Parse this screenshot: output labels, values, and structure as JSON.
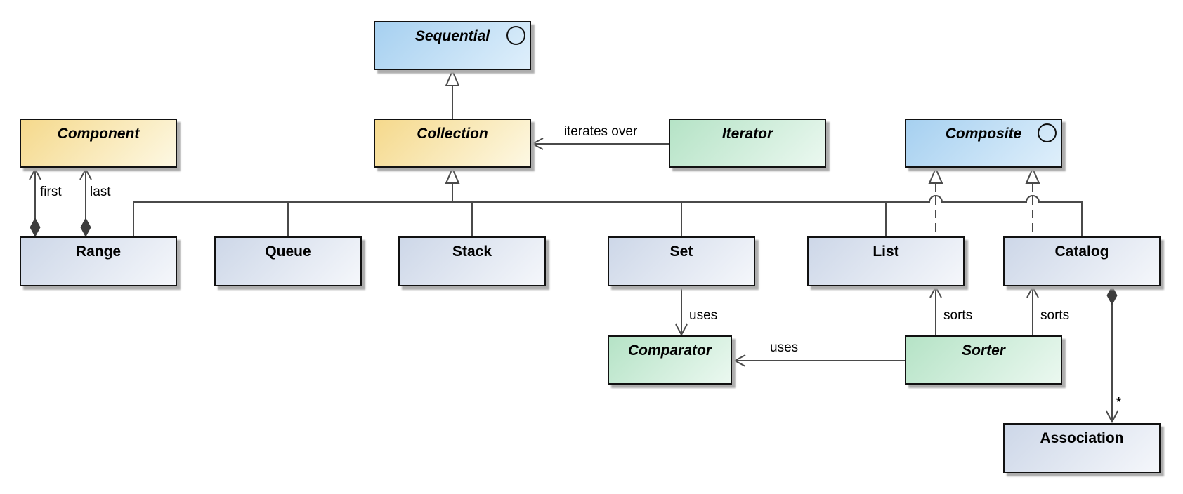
{
  "classes": {
    "sequential": {
      "name": "Sequential",
      "kind": "interface"
    },
    "component": {
      "name": "Component",
      "kind": "abstract"
    },
    "collection": {
      "name": "Collection",
      "kind": "abstract"
    },
    "iterator": {
      "name": "Iterator",
      "kind": "abstract"
    },
    "composite": {
      "name": "Composite",
      "kind": "interface"
    },
    "range": {
      "name": "Range",
      "kind": "class"
    },
    "queue": {
      "name": "Queue",
      "kind": "class"
    },
    "stack": {
      "name": "Stack",
      "kind": "class"
    },
    "set": {
      "name": "Set",
      "kind": "class"
    },
    "list": {
      "name": "List",
      "kind": "class"
    },
    "catalog": {
      "name": "Catalog",
      "kind": "class"
    },
    "comparator": {
      "name": "Comparator",
      "kind": "abstract"
    },
    "sorter": {
      "name": "Sorter",
      "kind": "abstract"
    },
    "association": {
      "name": "Association",
      "kind": "class"
    }
  },
  "edge_labels": {
    "iterates_over": "iterates over",
    "first": "first",
    "last": "last",
    "set_uses": "uses",
    "sorter_uses": "uses",
    "sorts_list": "sorts",
    "sorts_catalog": "sorts",
    "association_multiplicity": "*"
  },
  "relationships": [
    {
      "from": "Collection",
      "to": "Sequential",
      "type": "generalization"
    },
    {
      "from": "Range",
      "to": "Collection",
      "type": "generalization"
    },
    {
      "from": "Queue",
      "to": "Collection",
      "type": "generalization"
    },
    {
      "from": "Stack",
      "to": "Collection",
      "type": "generalization"
    },
    {
      "from": "Set",
      "to": "Collection",
      "type": "generalization"
    },
    {
      "from": "List",
      "to": "Collection",
      "type": "generalization"
    },
    {
      "from": "Catalog",
      "to": "Collection",
      "type": "generalization"
    },
    {
      "from": "List",
      "to": "Composite",
      "type": "realization"
    },
    {
      "from": "Catalog",
      "to": "Composite",
      "type": "realization"
    },
    {
      "from": "Iterator",
      "to": "Collection",
      "type": "association",
      "label": "iterates over"
    },
    {
      "from": "Range",
      "to": "Component",
      "type": "composition",
      "label": "first"
    },
    {
      "from": "Range",
      "to": "Component",
      "type": "composition",
      "label": "last"
    },
    {
      "from": "Set",
      "to": "Comparator",
      "type": "association",
      "label": "uses"
    },
    {
      "from": "Sorter",
      "to": "Comparator",
      "type": "association",
      "label": "uses"
    },
    {
      "from": "Sorter",
      "to": "List",
      "type": "association",
      "label": "sorts"
    },
    {
      "from": "Sorter",
      "to": "Catalog",
      "type": "association",
      "label": "sorts"
    },
    {
      "from": "Catalog",
      "to": "Association",
      "type": "composition",
      "label": "*",
      "multiplicity": "*"
    }
  ],
  "colors": {
    "interface-start": "#a6d0f0",
    "interface-end": "#dfeffb",
    "yellow-start": "#f5d98c",
    "yellow-end": "#fdf8e3",
    "green-start": "#b5e3c6",
    "green-end": "#ebf8f0",
    "class-start": "#cdd7e8",
    "class-end": "#f5f7fb",
    "box-border": "#111111",
    "line-color": "#4a4a4a",
    "diamond-color": "#3d3d3d",
    "shadow-color": "#adadad",
    "label-color": "#000000",
    "background": "#ffffff"
  }
}
